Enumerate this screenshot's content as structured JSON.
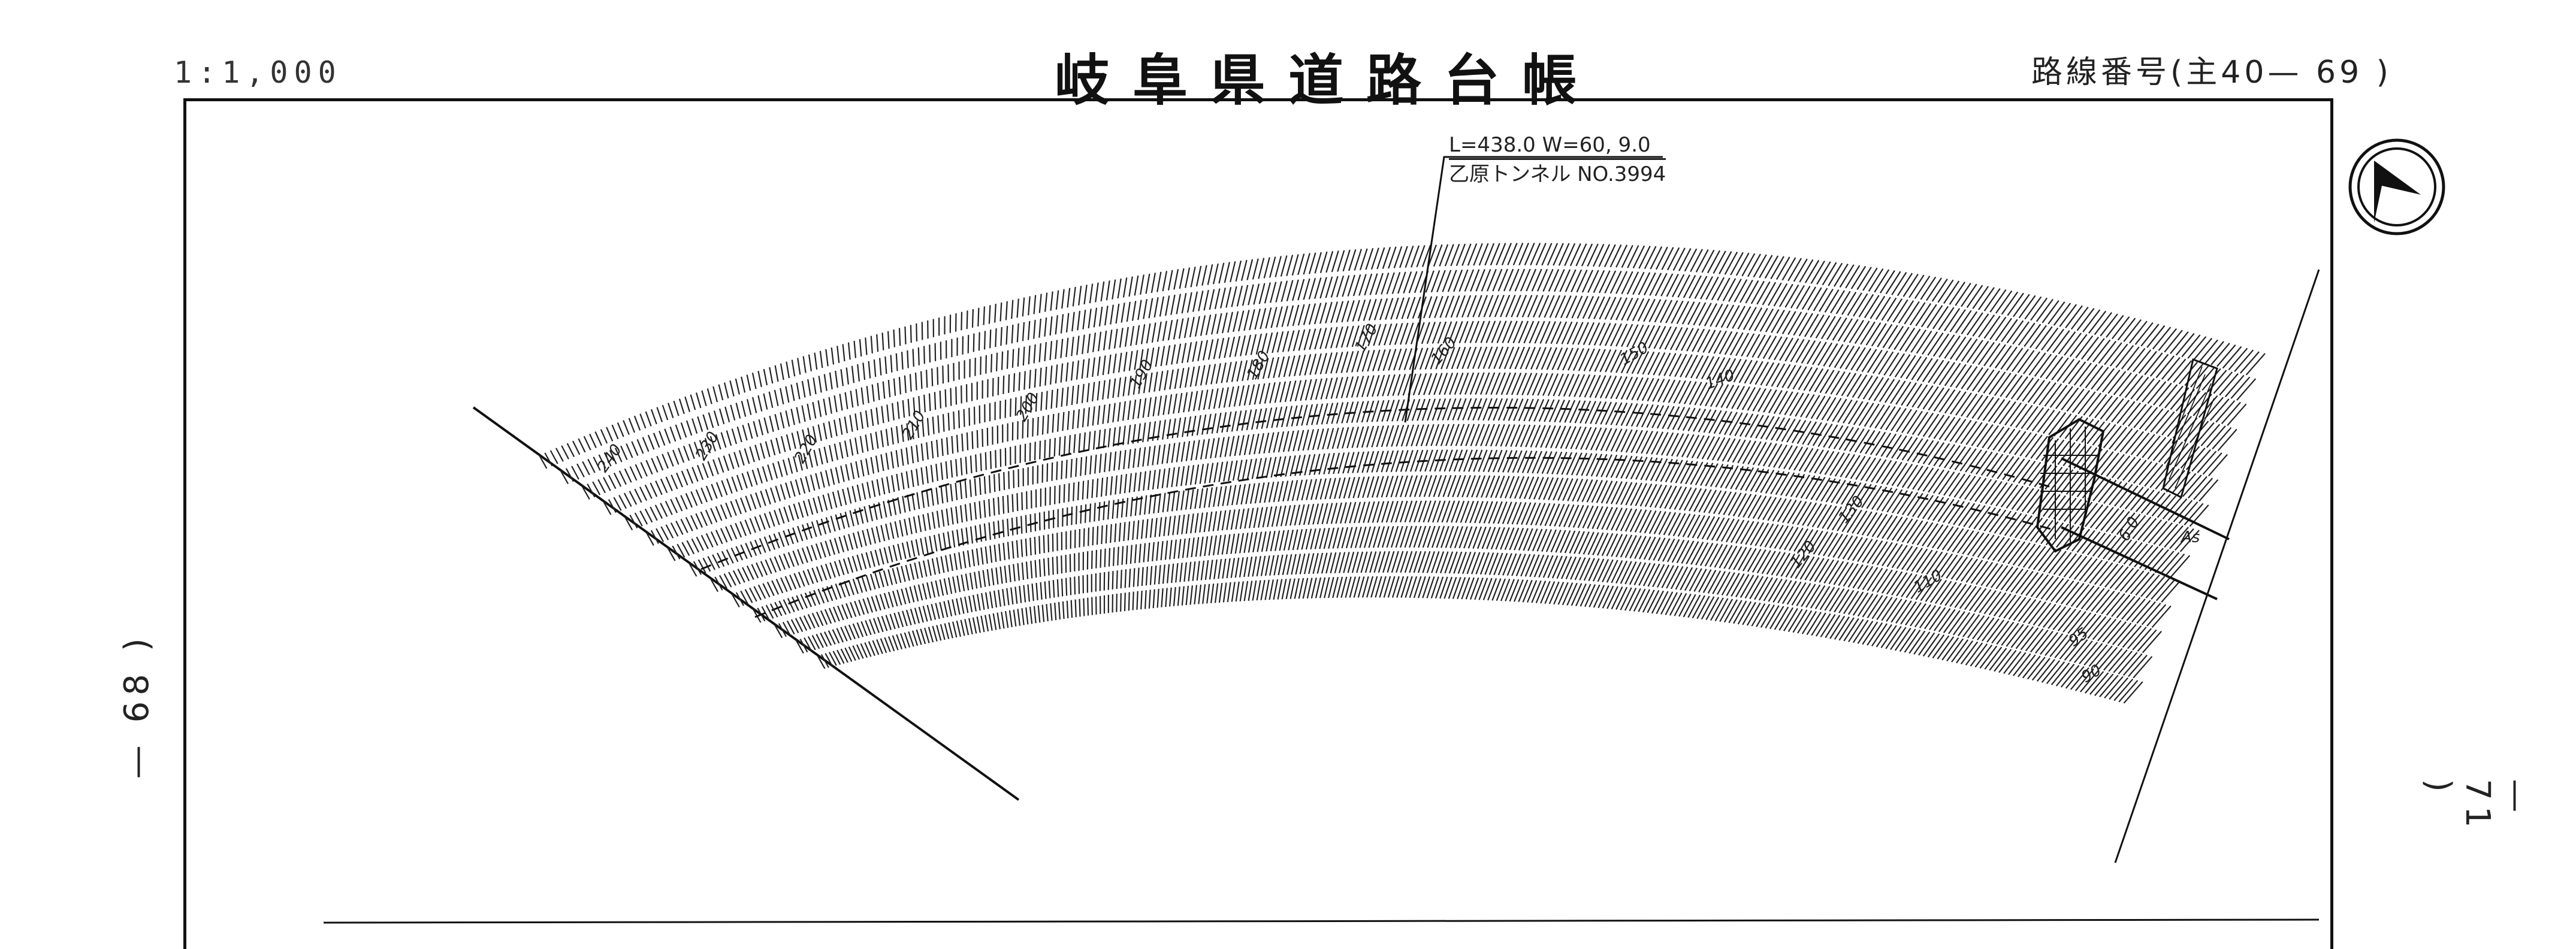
{
  "header": {
    "scale": "1:1,000",
    "title": "岐阜県道路台帳",
    "route_number": "路線番号(主40— 69 )"
  },
  "annotation": {
    "line1": "L=438.0  W=60, 9.0",
    "line2": "乙原トンネル  NO.3994"
  },
  "side_labels": {
    "left": "— 68 )",
    "right": "— 71 )"
  },
  "contours": [
    "240",
    "230",
    "220",
    "210",
    "200",
    "190",
    "180",
    "170",
    "160",
    "150",
    "140",
    "130",
    "120",
    "110",
    "95",
    "90"
  ],
  "road_labels": {
    "surface": "As",
    "width": "6.0"
  },
  "colors": {
    "ink": "#1a1a1a",
    "paper": "#ffffff"
  }
}
